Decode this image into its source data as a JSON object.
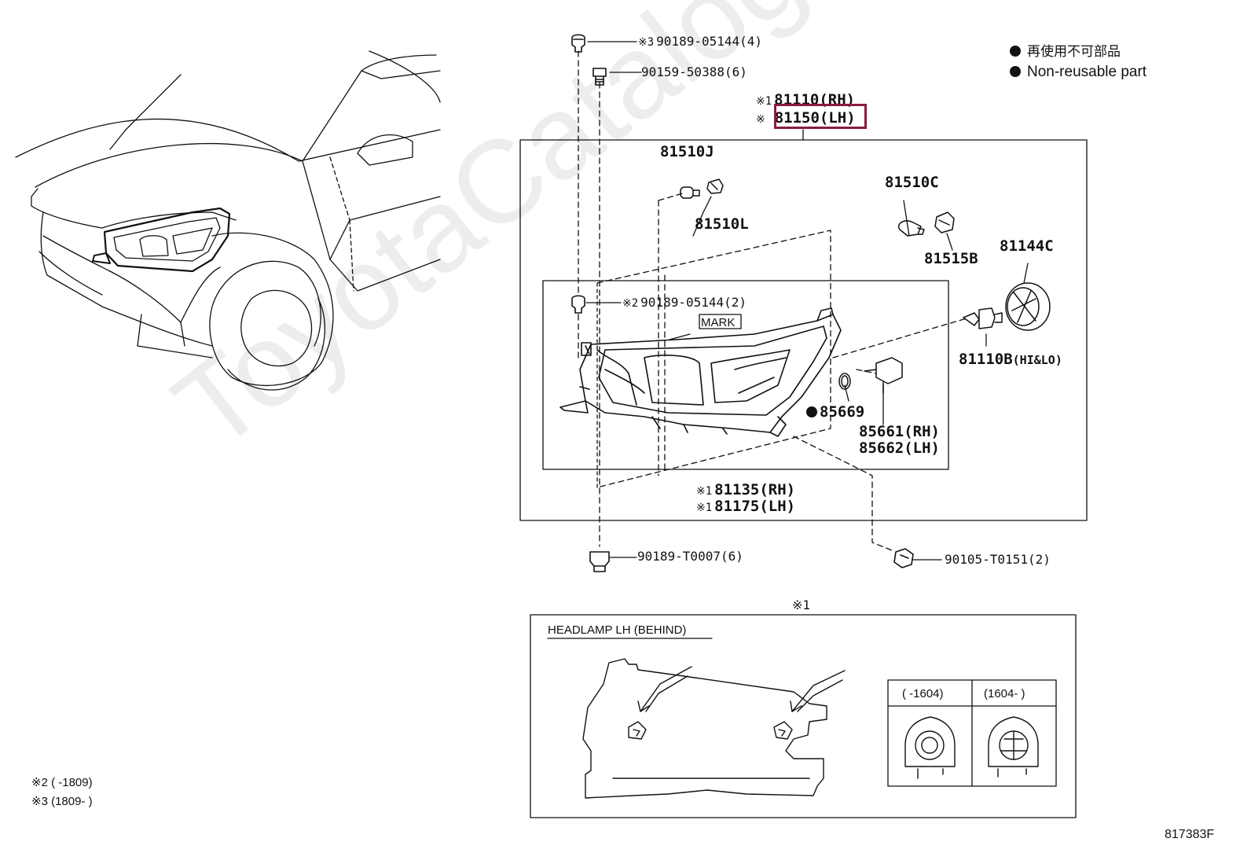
{
  "legend": {
    "jp": "再使用不可部品",
    "en": "Non-reusable part"
  },
  "parts": {
    "top_bolt_1": {
      "mark": "※3",
      "text": "90189-05144(4)"
    },
    "top_bolt_2": {
      "text": "90159-50388(6)"
    },
    "assy_rh": {
      "mark": "※1",
      "text": "81110(RH)"
    },
    "assy_lh": {
      "mark": "※",
      "text": "81150(LH)"
    },
    "p81510J": "81510J",
    "p81510L": "81510L",
    "p81510C": "81510C",
    "p81515B": "81515B",
    "p81144C": "81144C",
    "mid_bolt": {
      "mark": "※2",
      "text": "90189-05144(2)"
    },
    "mark_tag": "MARK",
    "p81110B": {
      "text": "81110B",
      "suffix": "(HI&LO)"
    },
    "p85669": "85669",
    "p85661": "85661(RH)",
    "p85662": "85662(LH)",
    "housing_rh": {
      "mark": "※1",
      "text": "81135(RH)"
    },
    "housing_lh": {
      "mark": "※1",
      "text": "81175(LH)"
    },
    "bottom_bolt_1": "90189-T0007(6)",
    "bottom_bolt_2": "90105-T0151(2)"
  },
  "detail": {
    "ref": "※1",
    "title": "HEADLAMP LH (BEHIND)",
    "col1": "( -1604)",
    "col2": "(1604- )"
  },
  "notes": {
    "n2": "※2 ( -1809)",
    "n3": "※3 (1809- )"
  },
  "diagram_code": "817383F",
  "watermark": "ToyotaCatalog.ru",
  "colors": {
    "highlight": "#8a1c3c",
    "line": "#111111"
  }
}
